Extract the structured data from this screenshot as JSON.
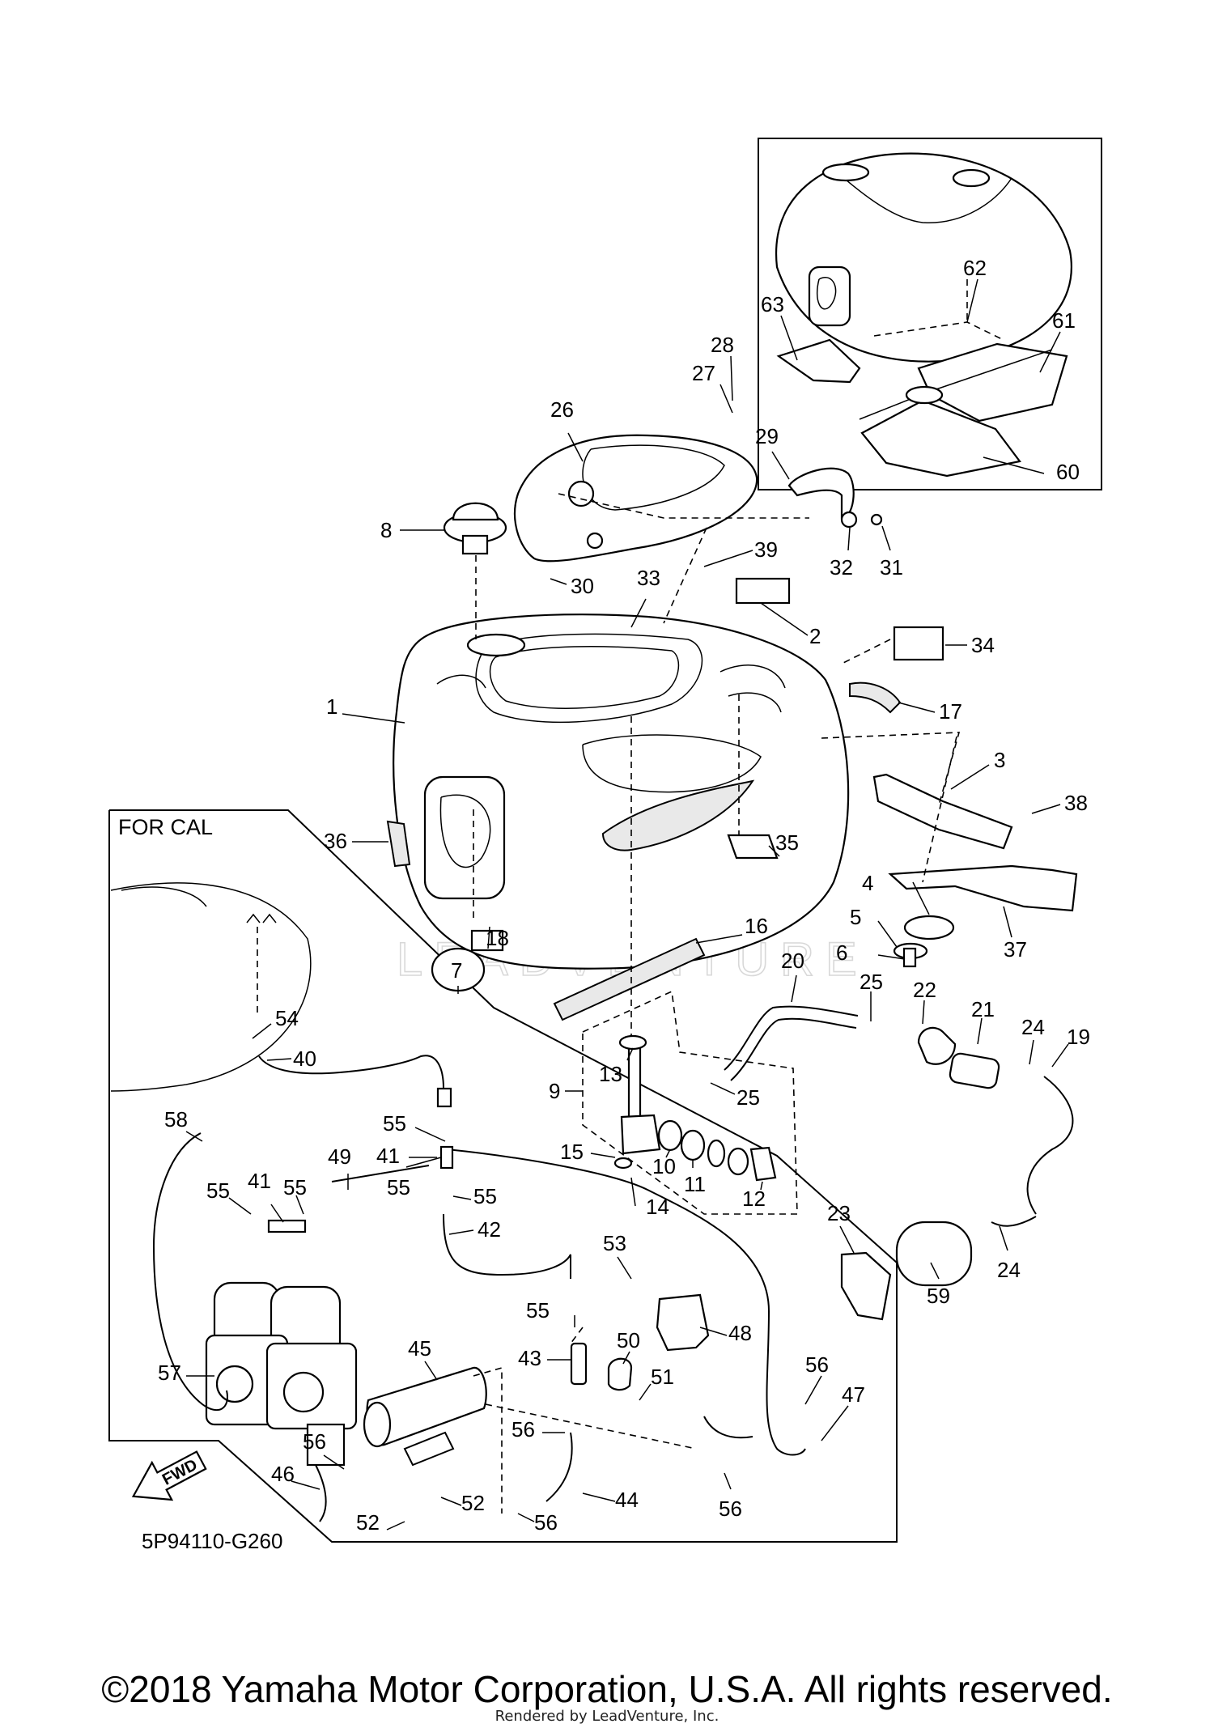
{
  "diagram": {
    "section_label": "FOR CAL",
    "diagram_code": "5P94110-G260",
    "fwd_label": "FWD",
    "watermark": "LEADVENTURE",
    "callouts": [
      "1",
      "2",
      "3",
      "4",
      "5",
      "6",
      "7",
      "8",
      "9",
      "10",
      "11",
      "12",
      "13",
      "14",
      "15",
      "16",
      "17",
      "18",
      "19",
      "20",
      "21",
      "22",
      "23",
      "24",
      "24",
      "25",
      "25",
      "26",
      "27",
      "28",
      "29",
      "30",
      "31",
      "32",
      "33",
      "34",
      "35",
      "36",
      "37",
      "38",
      "39",
      "40",
      "41",
      "41",
      "42",
      "43",
      "44",
      "45",
      "46",
      "47",
      "48",
      "49",
      "50",
      "51",
      "52",
      "52",
      "53",
      "54",
      "55",
      "55",
      "55",
      "55",
      "55",
      "55",
      "56",
      "56",
      "56",
      "56",
      "56",
      "57",
      "58",
      "59",
      "60",
      "61",
      "62",
      "63"
    ]
  },
  "footer": {
    "copyright": "©2018 Yamaha Motor Corporation, U.S.A. All rights reserved.",
    "rendered_by": "Rendered by LeadVenture, Inc."
  }
}
